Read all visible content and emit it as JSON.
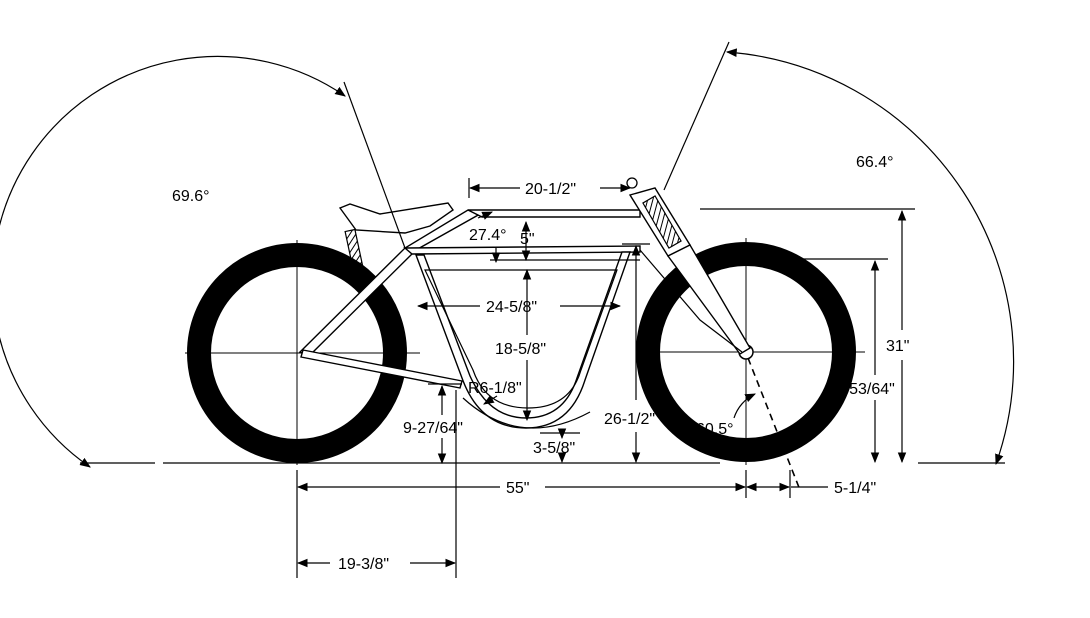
{
  "dimensions": {
    "head_angle": "66.4°",
    "seat_angle": "69.6°",
    "top_length": "20-1/2\"",
    "top_tube_angle": "27.4°",
    "head_drop": "5\"",
    "tank_top_width": "24-5/8\"",
    "tank_depth": "18-5/8\"",
    "bend_radius": "R6-1/8\"",
    "bb_height": "9-27/64\"",
    "bb_drop": "3-5/8\"",
    "front_height": "26-1/2\"",
    "fork_angle": "60.5°",
    "head_tube_top_height": "31\"",
    "front_axle_rise": "24-53/64\"",
    "wheelbase": "55\"",
    "trail": "5-1/4\"",
    "rear_to_bb": "19-3/8\""
  }
}
